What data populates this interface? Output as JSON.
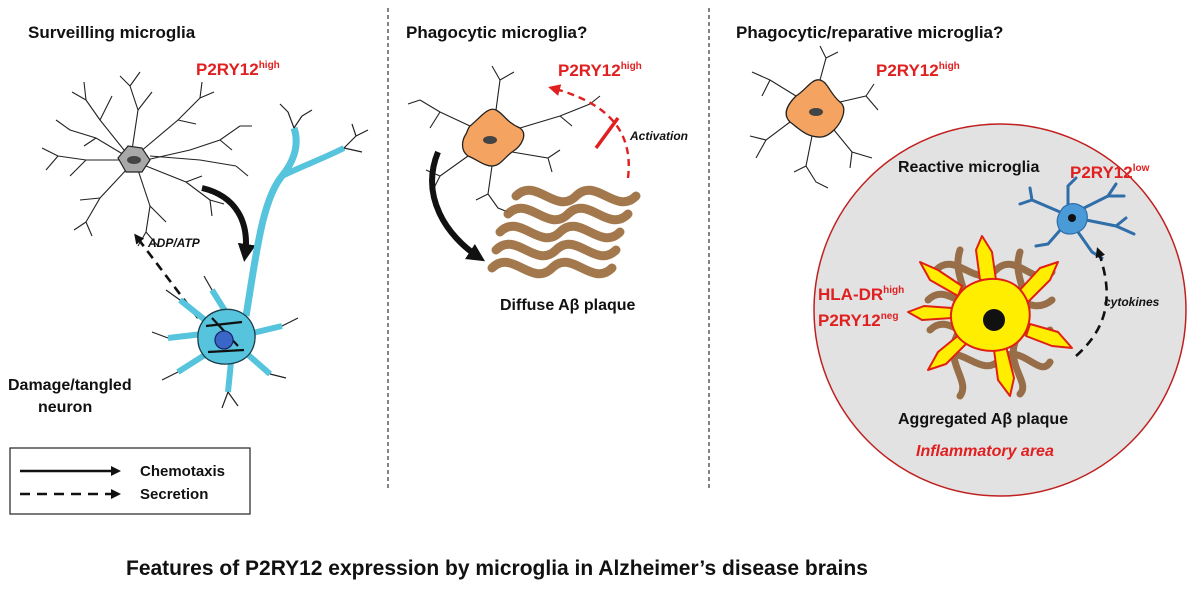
{
  "panels": {
    "left": {
      "title": "Surveilling microglia",
      "marker": "P2RY12",
      "marker_sup": "high",
      "signal": "ADP/ATP",
      "neuron_label_line1": "Damage/tangled",
      "neuron_label_line2": "neuron"
    },
    "middle": {
      "title": "Phagocytic microglia?",
      "marker": "P2RY12",
      "marker_sup": "high",
      "activation": "Activation",
      "plaque_prefix": "Diffuse A",
      "plaque_beta": "β",
      "plaque_suffix": " plaque"
    },
    "right": {
      "title": "Phagocytic/reparative microglia?",
      "marker": "P2RY12",
      "marker_sup": "high",
      "reactive": "Reactive microglia",
      "low_marker": "P2RY12",
      "low_sup": "low",
      "hla": "HLA-DR",
      "hla_sup": "high",
      "neg_marker": "P2RY12",
      "neg_sup": "neg",
      "cytokines": "cytokines",
      "plaque_prefix": "Aggregated A",
      "plaque_beta": "β",
      "plaque_suffix": " plaque",
      "area": "Inflammatory area"
    }
  },
  "legend": {
    "solid": "Chemotaxis",
    "dashed": "Secretion"
  },
  "caption": "Features of P2RY12 expression by microglia in Alzheimer’s disease brains",
  "colors": {
    "red": "#e02020",
    "orange_cell": "#f4a460",
    "blue_cell": "#4a9ad8",
    "neuron": "#56c4dc",
    "plaque": "#9a6a3a",
    "yellow_cell": "#ffee00",
    "circle_bg": "#e2e2e2"
  }
}
